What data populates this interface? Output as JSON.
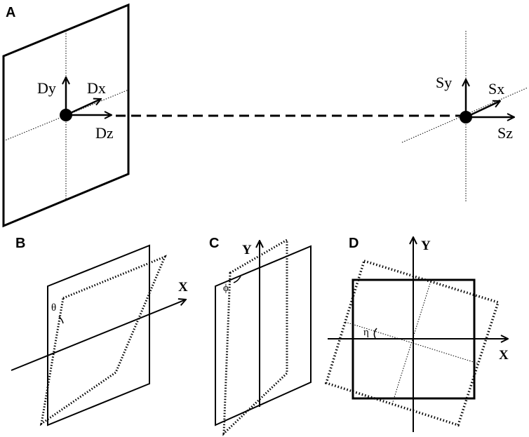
{
  "panels": {
    "a": {
      "label": "A",
      "detector_axes": {
        "y": "Dy",
        "x": "Dx",
        "z": "Dz"
      },
      "source_axes": {
        "y": "Sy",
        "x": "Sx",
        "z": "Sz"
      }
    },
    "b": {
      "label": "B",
      "axis": "X",
      "angle": "θ"
    },
    "c": {
      "label": "C",
      "axis": "Y",
      "angle": "ϕ"
    },
    "d": {
      "label": "D",
      "axis_y": "Y",
      "axis_x": "X",
      "angle": "η"
    }
  }
}
